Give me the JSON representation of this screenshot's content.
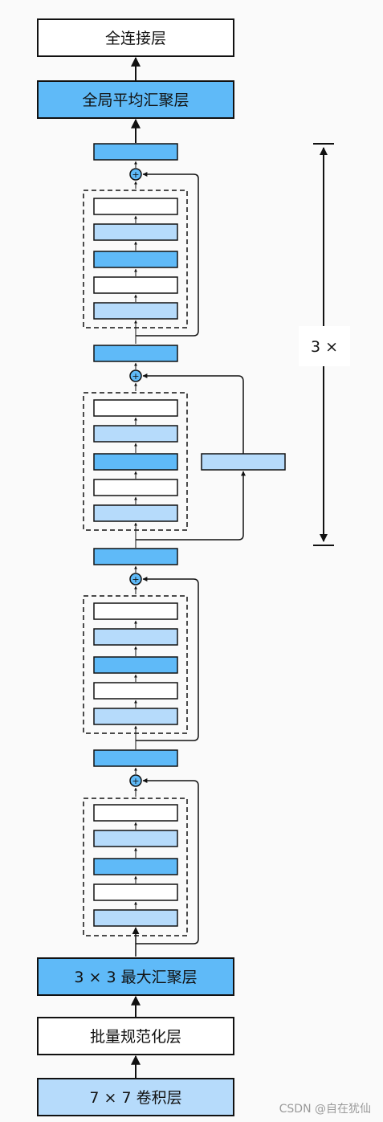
{
  "labels": {
    "fc_layer": "全连接层",
    "global_avg_pool": "全局平均汇聚层",
    "max_pool": "3 × 3 最大汇聚层",
    "batch_norm": "批量规范化层",
    "conv7": "7 × 7 卷积层"
  },
  "repeat_label": "3 ×",
  "plus_symbol": "+",
  "watermark": "CSDN @自在犹仙",
  "colors": {
    "background": "#fafafa",
    "dark_blue": "#5fbaf8",
    "light_blue": "#b6dbfb",
    "white": "#ffffff",
    "stroke": "#111111"
  }
}
